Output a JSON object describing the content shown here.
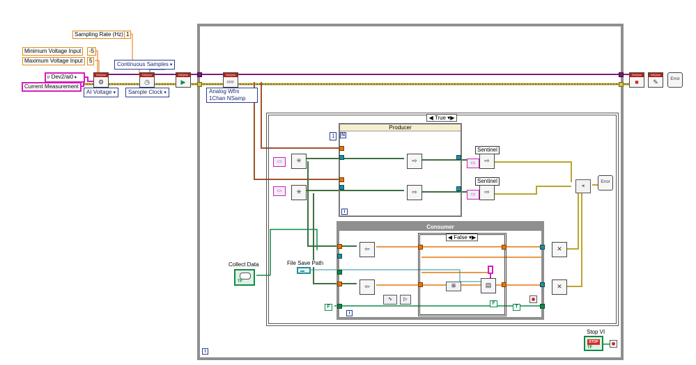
{
  "inputs": {
    "sampling_rate_label": "Sampling Rate (Hz)",
    "sampling_rate_value": "1",
    "min_voltage_label": "Minimum Voltage Input",
    "min_voltage_value": "-5",
    "max_voltage_label": "Maximum Voltage Input",
    "max_voltage_value": "5",
    "channel_value": "Dev2/ai0",
    "channel_prefix": "I/",
    "current_measurement_label": "Current Measurement",
    "continuous_samples": "Continuous Samples",
    "ai_voltage": "AI Voltage",
    "sample_clock": "Sample Clock"
  },
  "read_selector": {
    "line1": "Analog Wfm",
    "line2": "1Chan NSamp"
  },
  "case_outer": {
    "selector": "True"
  },
  "producer": {
    "title": "Producer",
    "count_terminal": "N",
    "count_constant": "1",
    "iteration": "i"
  },
  "sentinel_labels": [
    "Sentinel",
    "Sentinel"
  ],
  "consumer": {
    "title": "Consumer",
    "case_selector": "False",
    "iteration": "i",
    "true_const": "T",
    "false_const": "F"
  },
  "collect_data": "Collect Data",
  "file_save_path": "File Save Path",
  "stop_vi": "Stop VI",
  "stop_button": "STOP",
  "tf_label": "TF",
  "outer_loop_iteration": "i",
  "icons": {
    "daqmx_header": "DAQmx",
    "error_label": "Error",
    "bool_label": "TF"
  },
  "colors": {
    "frame": "#9a9a9a",
    "orange_wire": "#e6750b",
    "purple_wire": "#7d1a78",
    "error_wire": "#c8b63b",
    "green_wire": "#0f8a49",
    "teal_wire": "#20909a",
    "blue_wire": "#2a50c8",
    "pink_wire": "#d21eb9"
  }
}
